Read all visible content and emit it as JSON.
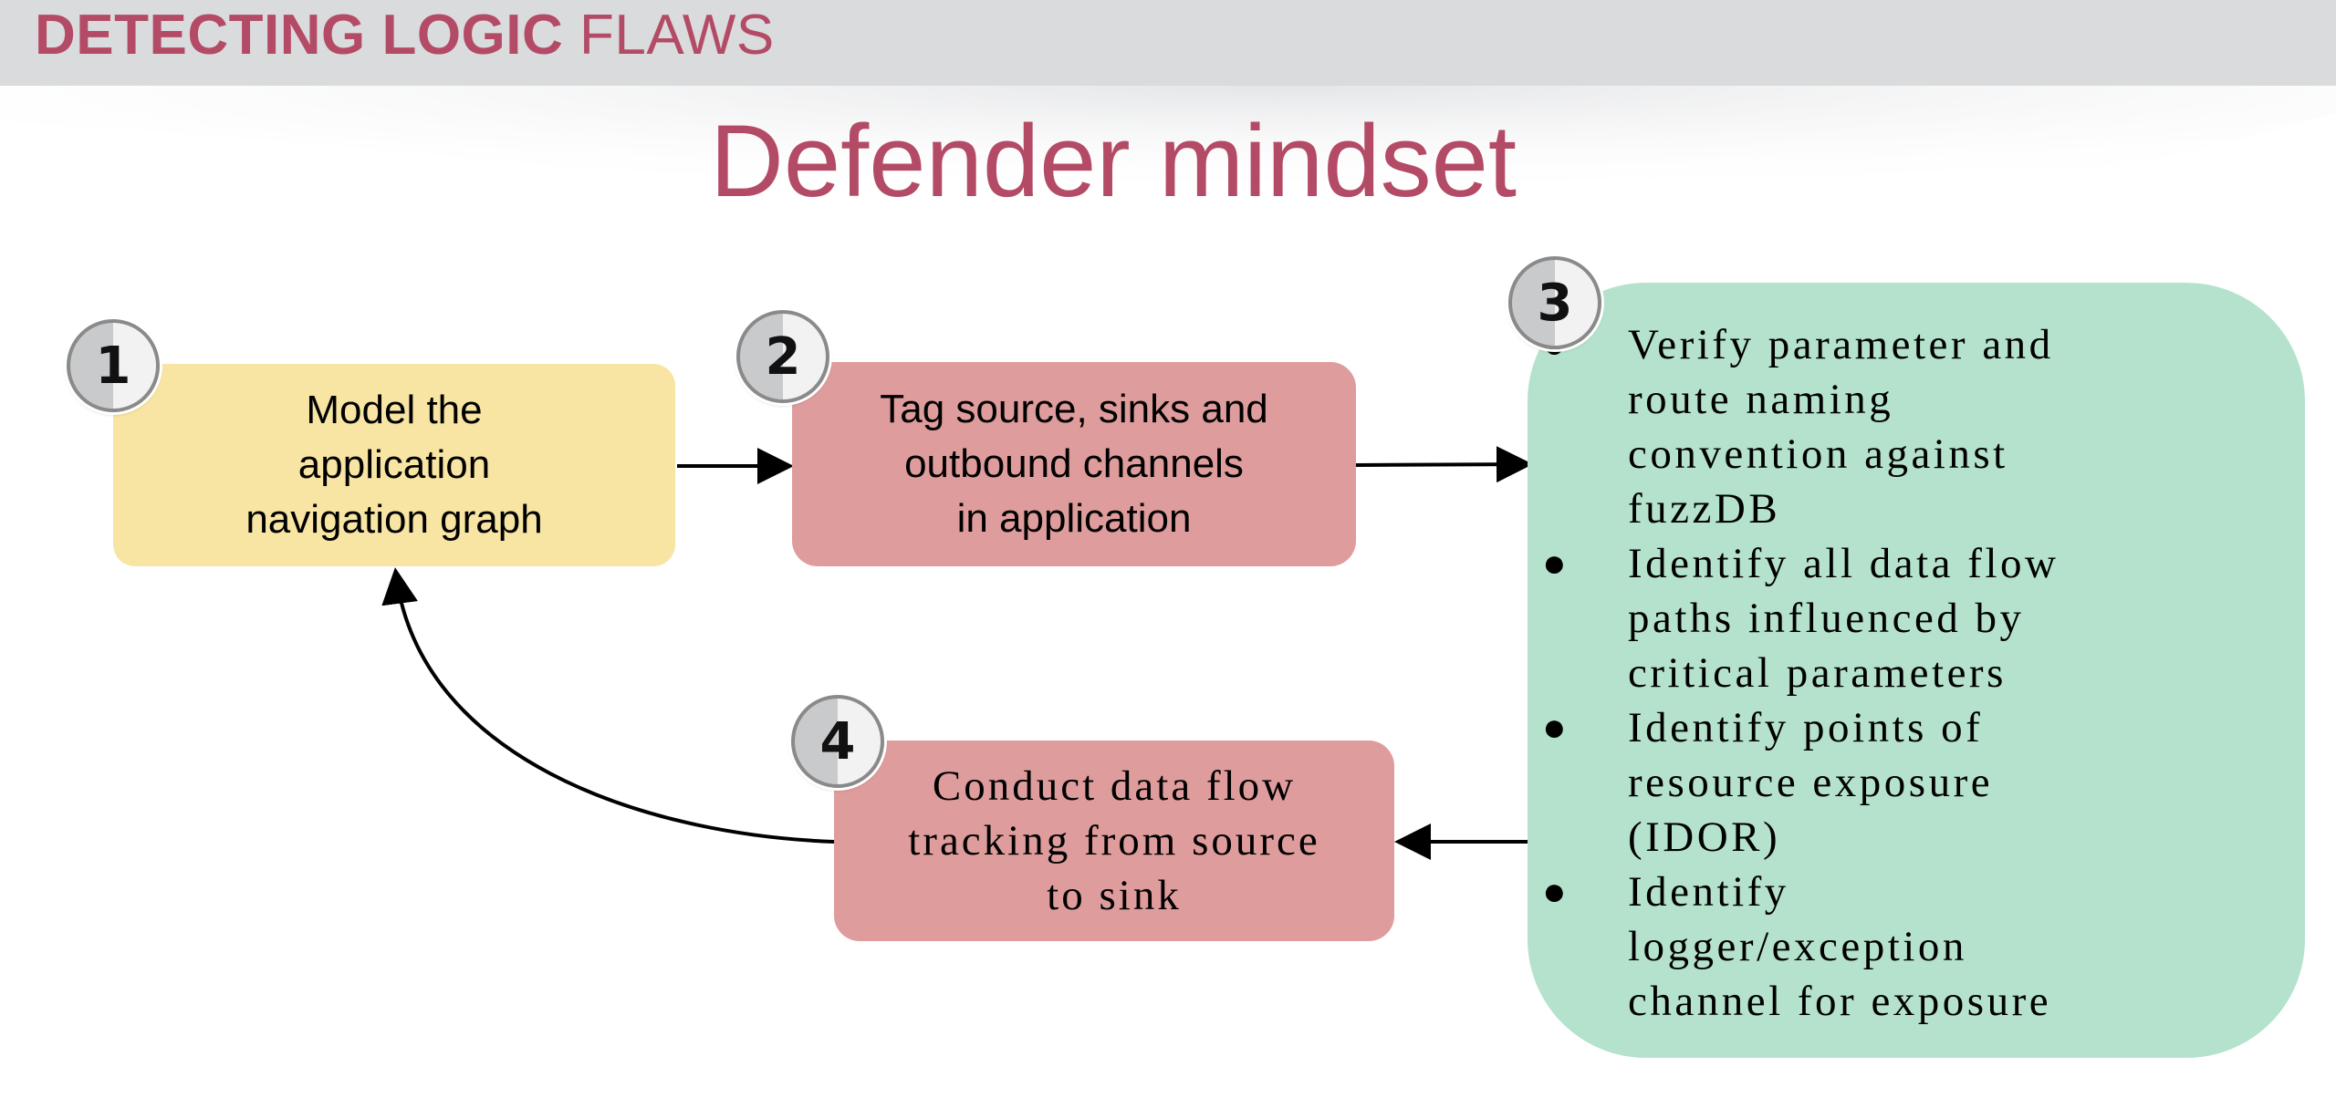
{
  "header": {
    "title_strong": "DETECTING LOGIC",
    "title_rest": " FLAWS"
  },
  "slide": {
    "title": "Defender mindset"
  },
  "steps": [
    {
      "number": "1",
      "text": "Model the\napplication\nnavigation graph"
    },
    {
      "number": "2",
      "text": "Tag source, sinks and\noutbound channels\nin application"
    },
    {
      "number": "3",
      "bullets": [
        "Verify parameter and\nroute naming\nconvention against\nfuzzDB",
        "Identify all data flow\npaths influenced by\ncritical parameters",
        "Identify points of\nresource exposure\n(IDOR)",
        "Identify\nlogger/exception\nchannel for exposure"
      ]
    },
    {
      "number": "4",
      "text": "Conduct data flow\ntracking from source\nto sink"
    }
  ],
  "colors": {
    "accent": "#b44b66",
    "header_bg": "#dadbdd",
    "step1_fill": "#f8e5a3",
    "step2_fill": "#df9c9c",
    "step3_fill": "#b5e2cc",
    "step4_fill": "#df9c9c"
  }
}
